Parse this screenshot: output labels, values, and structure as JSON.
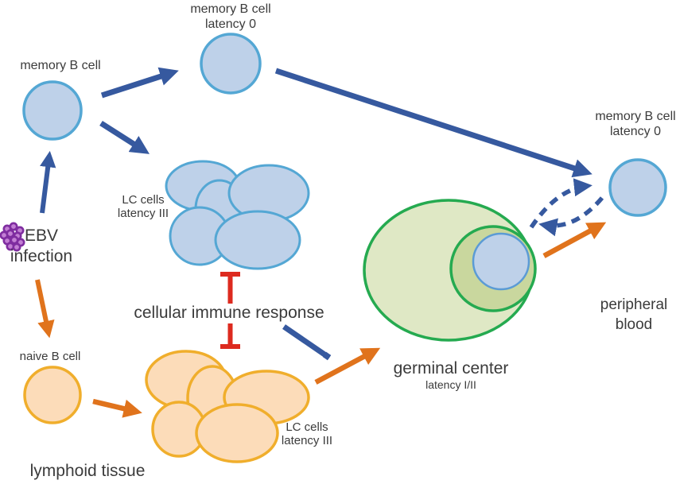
{
  "colors": {
    "blue_cell_fill": "#bed1e9",
    "blue_cell_stroke": "#54a7d4",
    "gc_bcell_stroke": "#5b9bd5",
    "orange_cell_fill": "#fcdcb9",
    "orange_cell_stroke": "#f0ae2c",
    "green_outer_fill": "#dfe8c5",
    "green_inner_fill": "#c9d79e",
    "green_stroke": "#25aa50",
    "arrow_blue": "#36599f",
    "arrow_orange": "#e0731c",
    "inhibit_red": "#dd2a1f",
    "virus_fill": "#c37fd4",
    "virus_stroke": "#7f2da0",
    "text": "#3b3b3b"
  },
  "nodes": {
    "memory_b_cell_left": {
      "label": "memory B cell"
    },
    "memory_b_cell_top": {
      "label": "memory B cell",
      "sublabel": "latency 0"
    },
    "memory_b_cell_right": {
      "label": "memory B cell",
      "sublabel": "latency 0"
    },
    "ebv_infection": {
      "line1": "EBV",
      "line2": "infection",
      "icon": "virus-cluster-icon"
    },
    "lc_cells_blue": {
      "label": "LC cells",
      "sublabel": "latency III"
    },
    "cellular_immune_response": {
      "label": "cellular immune response"
    },
    "naive_b_cell": {
      "label": "naive B cell"
    },
    "lc_cells_orange": {
      "label": "LC cells",
      "sublabel": "latency III"
    },
    "germinal_center": {
      "label": "germinal center",
      "sublabel": "latency I/II"
    },
    "peripheral_blood": {
      "line1": "peripheral",
      "line2": "blood"
    },
    "lymphoid_tissue": {
      "label": "lymphoid tissue"
    }
  }
}
